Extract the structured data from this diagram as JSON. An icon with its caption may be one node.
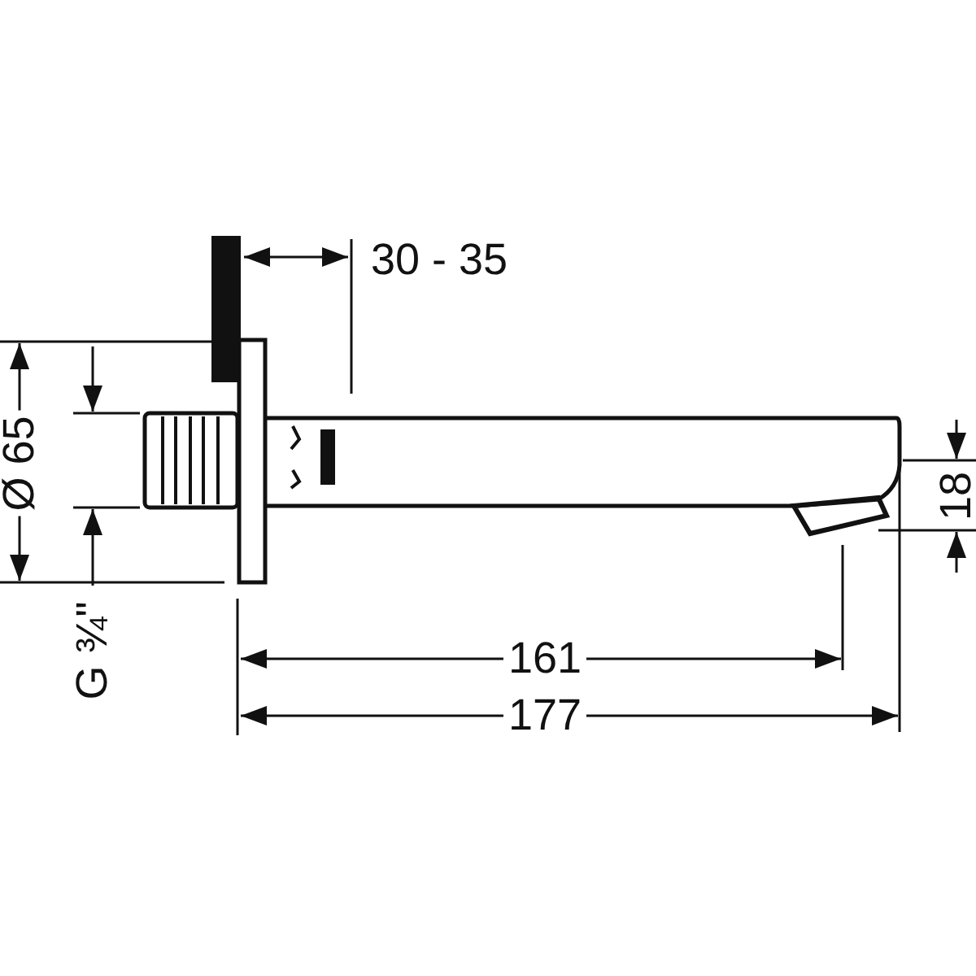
{
  "diagram": {
    "labels": [
      "30 - 35",
      "Ø 65",
      "G ¾\"",
      "161",
      "177",
      "18"
    ]
  }
}
